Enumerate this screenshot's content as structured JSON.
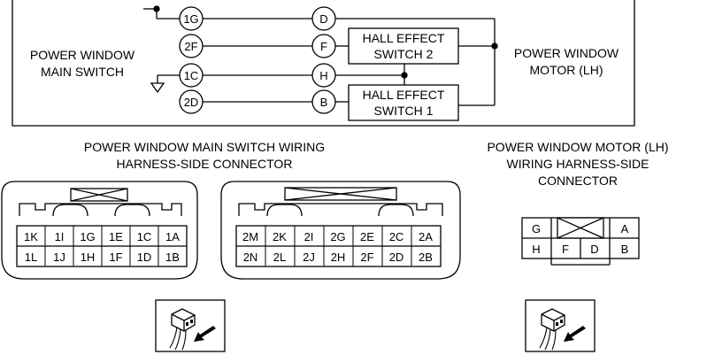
{
  "schematic": {
    "main_switch_label": [
      "POWER WINDOW",
      "MAIN SWITCH"
    ],
    "motor_label": [
      "POWER WINDOW",
      "MOTOR (LH)"
    ],
    "hall_switch_2": [
      "HALL EFFECT",
      "SWITCH 2"
    ],
    "hall_switch_1": [
      "HALL EFFECT",
      "SWITCH 1"
    ],
    "switch_terminals": [
      "1G",
      "2F",
      "1C",
      "2D"
    ],
    "motor_terminals": [
      "D",
      "F",
      "H",
      "B"
    ]
  },
  "main_connector": {
    "title": [
      "POWER WINDOW MAIN SWITCH WIRING",
      "HARNESS-SIDE CONNECTOR"
    ],
    "left_rows": [
      [
        "1K",
        "1I",
        "1G",
        "1E",
        "1C",
        "1A"
      ],
      [
        "1L",
        "1J",
        "1H",
        "1F",
        "1D",
        "1B"
      ]
    ],
    "right_rows": [
      [
        "2M",
        "2K",
        "2I",
        "2G",
        "2E",
        "2C",
        "2A"
      ],
      [
        "2N",
        "2L",
        "2J",
        "2H",
        "2F",
        "2D",
        "2B"
      ]
    ]
  },
  "motor_connector": {
    "title": [
      "POWER WINDOW MOTOR (LH)",
      "WIRING HARNESS-SIDE",
      "CONNECTOR"
    ],
    "top_pins": [
      "G",
      "A"
    ],
    "bottom_pins": [
      "H",
      "F",
      "D",
      "B"
    ]
  }
}
